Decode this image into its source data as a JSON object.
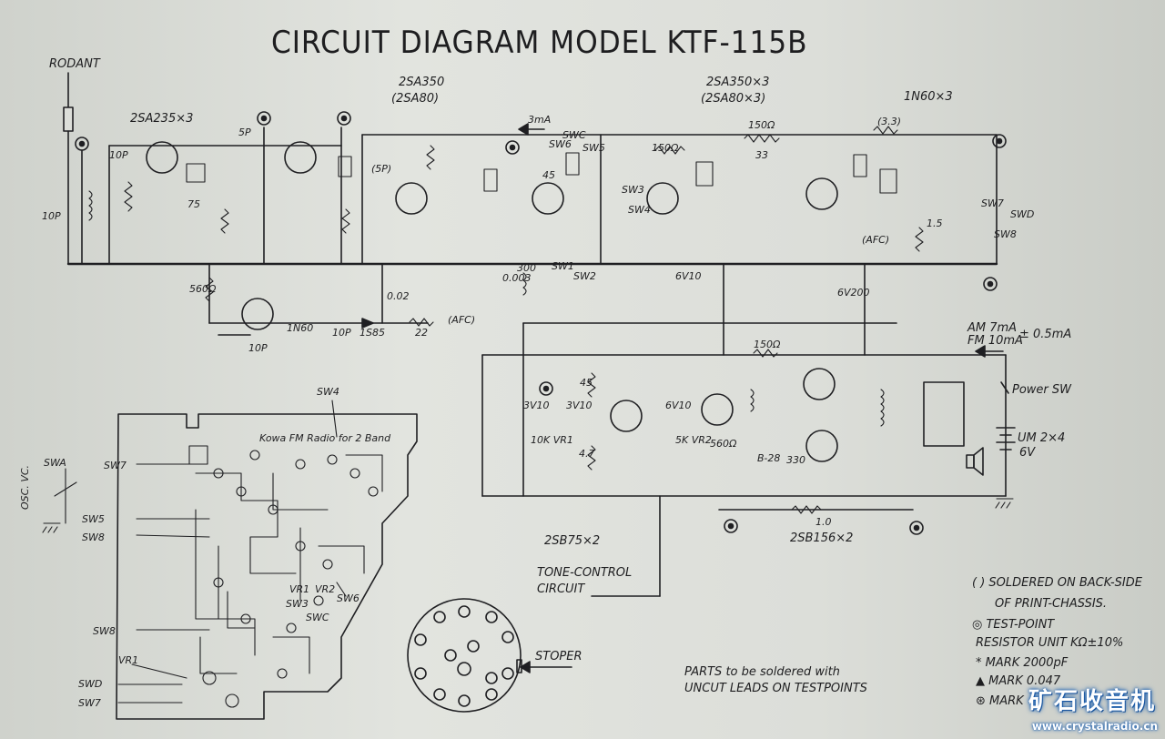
{
  "title": "CIRCUIT DIAGRAM MODEL KTF-115B",
  "labels": {
    "rod_ant": "RODANT",
    "tr_rf": "2SA235×3",
    "tr_mix": "2SA350",
    "tr_mix_alt": "(2SA80)",
    "tr_if": "2SA350×3",
    "tr_if_alt": "(2SA80×3)",
    "diodes": "1N60×3",
    "current_3ma": "3mA",
    "swc": "SWC",
    "sw6": "SW6",
    "sw5": "SW5",
    "sw3": "SW3",
    "sw4": "SW4",
    "sw1": "SW1",
    "sw2": "SW2",
    "sw7": "SW7",
    "swd": "SWD",
    "sw8": "SW8",
    "r150_a": "150Ω",
    "r150_b": "150Ω",
    "r150_c": "150Ω",
    "r33_paren": "(3.3)",
    "cap_5p": "5P",
    "cap_5p_paren": "(5P)",
    "cap_10p": "10P",
    "cap_10p_b": "10P",
    "cap_10p_c": "10P",
    "cap_10p_d": "10P",
    "r75": "75",
    "r560": "560Ω",
    "r560_b": "560Ω",
    "r1n60": "1N60",
    "r1s85": "1S85",
    "afc1": "(AFC)",
    "afc2": "(AFC)",
    "r22": "22",
    "r0_02": "0.02",
    "r6v200": "6V200",
    "r6v10": "6V10",
    "r3v10_a": "3V10",
    "r3v10_b": "3V10",
    "r6v10_b": "6V10",
    "r45": "45",
    "r45_b": "45",
    "r33": "33",
    "r4_7": "4.7",
    "r1_0": "1.0",
    "r330": "330",
    "r_b28": "B-28",
    "r5kvr2": "5K VR2",
    "r10kvr1": "10K VR1",
    "r0_003": "0.003",
    "r300": "300",
    "r1_5": "1.5",
    "current_am": "AM 7mA",
    "current_fm": "FM 10mA",
    "current_tol": "± 0.5mA",
    "power_sw": "Power SW",
    "battery": "UM 2×4",
    "battery_v": "6V",
    "tr_tone": "2SB75×2",
    "tr_out": "2SB156×2",
    "tone_title": "TONE-CONTROL",
    "tone_title2": "CIRCUIT",
    "osc_vc": "OSC. VC.",
    "swa": "SWA",
    "pcb_title": "Kowa   FM Radio  for 2 Band",
    "vr1": "VR1",
    "vr2": "VR2",
    "stoper": "STOPER",
    "legend_1": "( ) SOLDERED ON BACK-SIDE",
    "legend_2": "OF PRINT-CHASSIS.",
    "legend_3": "◎ TEST-POINT",
    "legend_4": "RESISTOR UNIT KΩ±10%",
    "legend_5": "* MARK 2000pF",
    "legend_6": "▲ MARK 0.047",
    "legend_7": "⊛ MARK",
    "parts_1": "PARTS to be soldered with",
    "parts_2": "UNCUT LEADS ON TESTPOINTS",
    "wm_cn": "矿石收音机",
    "wm_url": "www.crystalradio.cn"
  },
  "colors": {
    "paper": "#dcded9",
    "ink": "#1f1f22",
    "watermark": "#1b5fb0"
  }
}
